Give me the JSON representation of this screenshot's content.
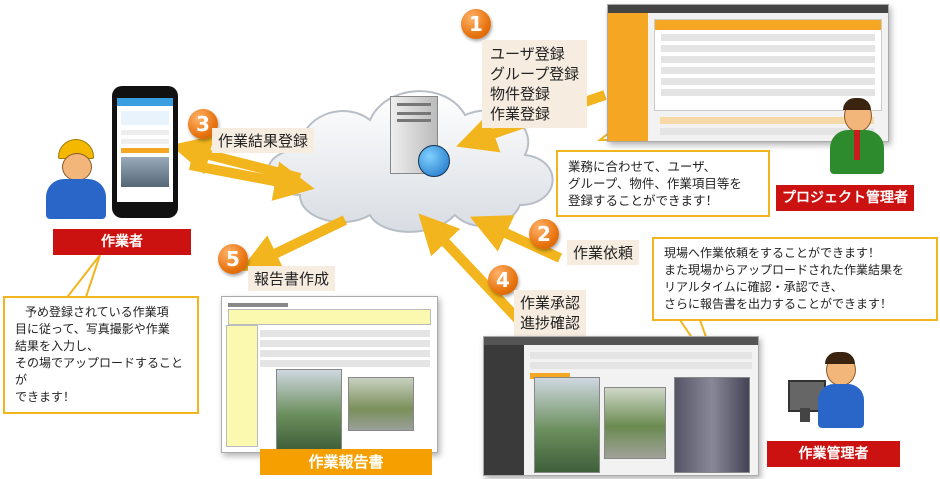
{
  "steps": {
    "s1": {
      "num": "1",
      "lines": [
        "ユーザ登録",
        "グループ登録",
        "物件登録",
        "作業登録"
      ]
    },
    "s2": {
      "num": "2",
      "label": "作業依頼"
    },
    "s3": {
      "num": "3",
      "label": "作業結果登録"
    },
    "s4": {
      "num": "4",
      "lines": [
        "作業承認",
        "進捗確認"
      ]
    },
    "s5": {
      "num": "5",
      "label": "報告書作成"
    }
  },
  "actors": {
    "worker": "作業者",
    "project_manager": "プロジェクト管理者",
    "work_manager": "作業管理者"
  },
  "report_label": "作業報告書",
  "callouts": {
    "project_manager": [
      "業務に合わせて、ユーザ、",
      "グループ、物件、作業項目等を",
      "登録することができます！"
    ],
    "work_manager": [
      "現場へ作業依頼をすることができます！",
      "また現場からアップロードされた作業結果を",
      "リアルタイムに確認・承認でき、",
      "さらに報告書を出力することができます！"
    ],
    "worker": [
      "予め登録されている作業項",
      "目に従って、写真撮影や作業",
      "結果を入力し、",
      "その場でアップロードすることが",
      "できます！"
    ]
  },
  "colors": {
    "arrow": "#f3b51d",
    "step_badge": "#e8740f",
    "actor_label": "#cc1111",
    "report_label": "#f5a000"
  }
}
